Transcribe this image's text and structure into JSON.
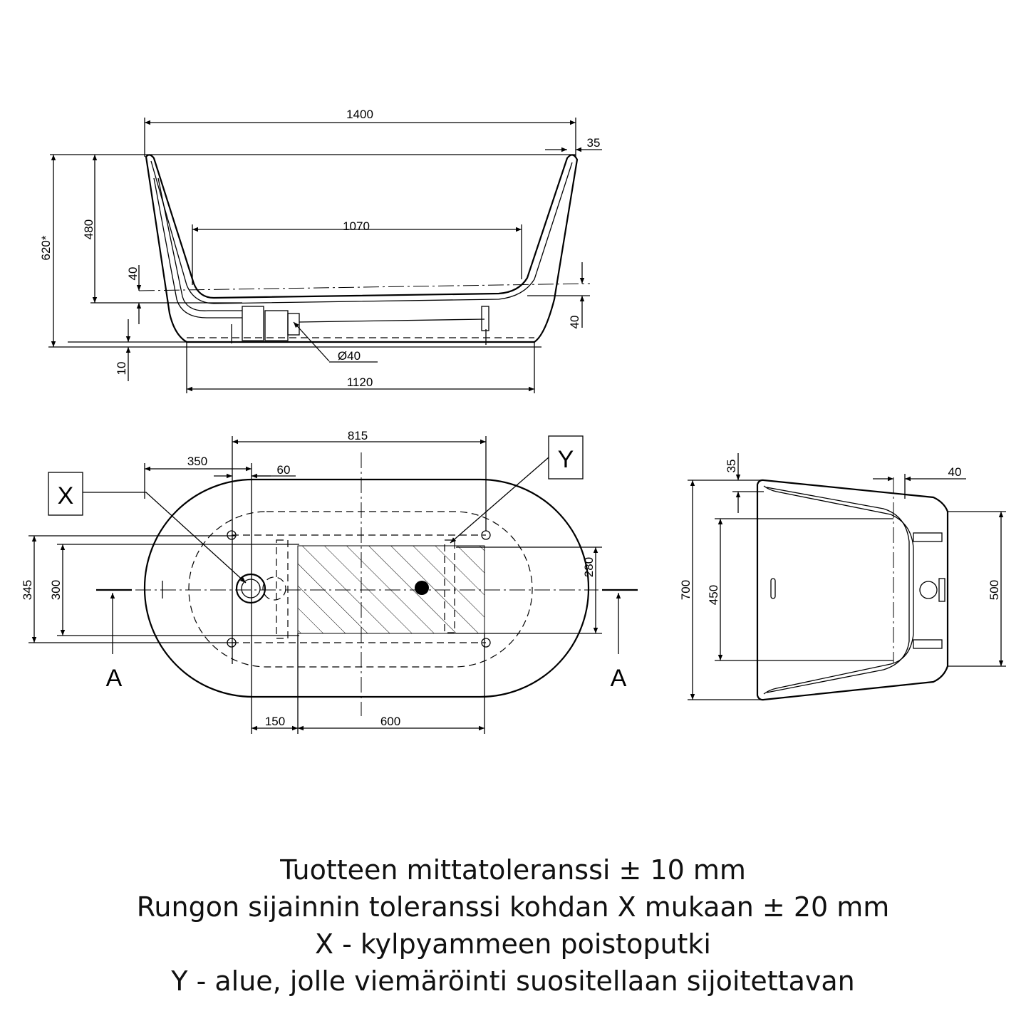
{
  "side_view": {
    "overall_length": "1400",
    "rim_width": "35",
    "inner_length": "1070",
    "overall_height": "620*",
    "inner_depth": "480",
    "bottom_offset_left": "40",
    "bottom_offset_right": "40",
    "feet_clearance": "10",
    "drain_diameter": "Ø40",
    "base_length": "1120"
  },
  "plan_view": {
    "width_815": "815",
    "offset_350": "350",
    "offset_60": "60",
    "depth_345": "345",
    "depth_300": "300",
    "depth_280": "280",
    "offset_150": "150",
    "length_600": "600",
    "label_x": "X",
    "label_y": "Y",
    "section_left": "A",
    "section_right": "A"
  },
  "end_view": {
    "rim_35": "35",
    "offset_40": "40",
    "height_700": "700",
    "height_450": "450",
    "height_500": "500"
  },
  "notes": [
    "Tuotteen mittatoleranssi ± 10 mm",
    "Rungon sijainnin toleranssi kohdan X mukaan ± 20 mm",
    "X - kylpyammeen poistoputki",
    "Y - alue, jolle viemäröinti suositellaan sijoitettavan"
  ]
}
